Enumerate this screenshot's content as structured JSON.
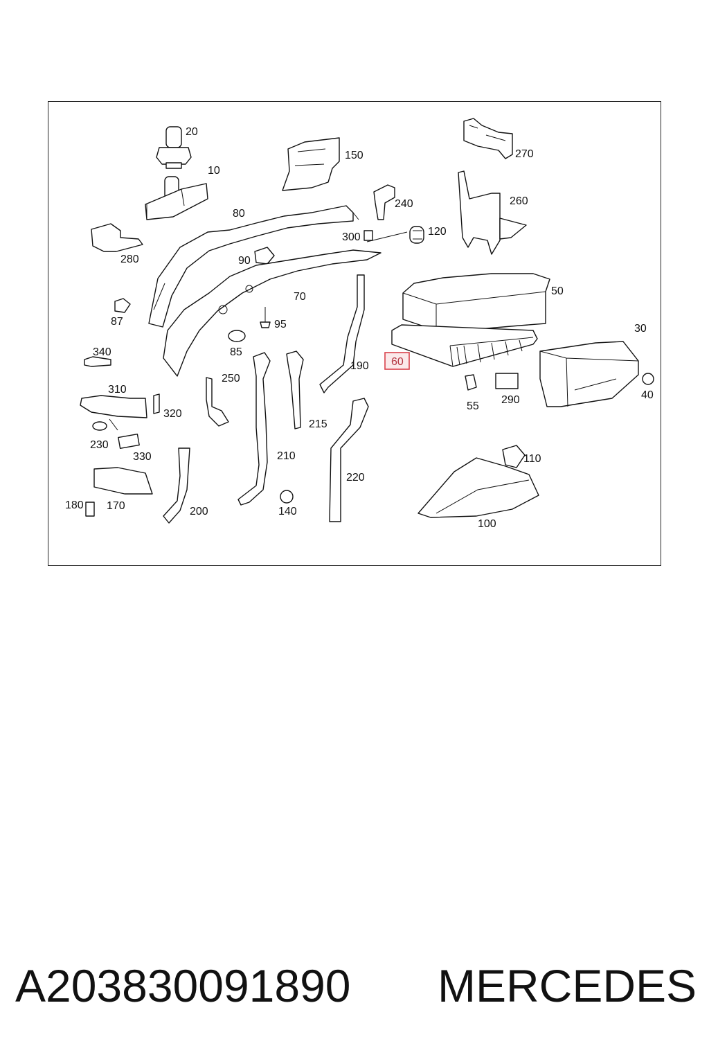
{
  "diagram": {
    "callouts": [
      "20",
      "10",
      "80",
      "150",
      "270",
      "240",
      "260",
      "300",
      "120",
      "280",
      "90",
      "70",
      "87",
      "95",
      "50",
      "85",
      "340",
      "190",
      "60",
      "30",
      "250",
      "310",
      "320",
      "215",
      "55",
      "290",
      "40",
      "230",
      "330",
      "210",
      "220",
      "110",
      "180",
      "170",
      "200",
      "140",
      "100"
    ],
    "highlighted_callout": "60",
    "highlight_color": "#d9404a"
  },
  "footer": {
    "part_number": "A203830091890",
    "brand": "MERCEDES"
  }
}
